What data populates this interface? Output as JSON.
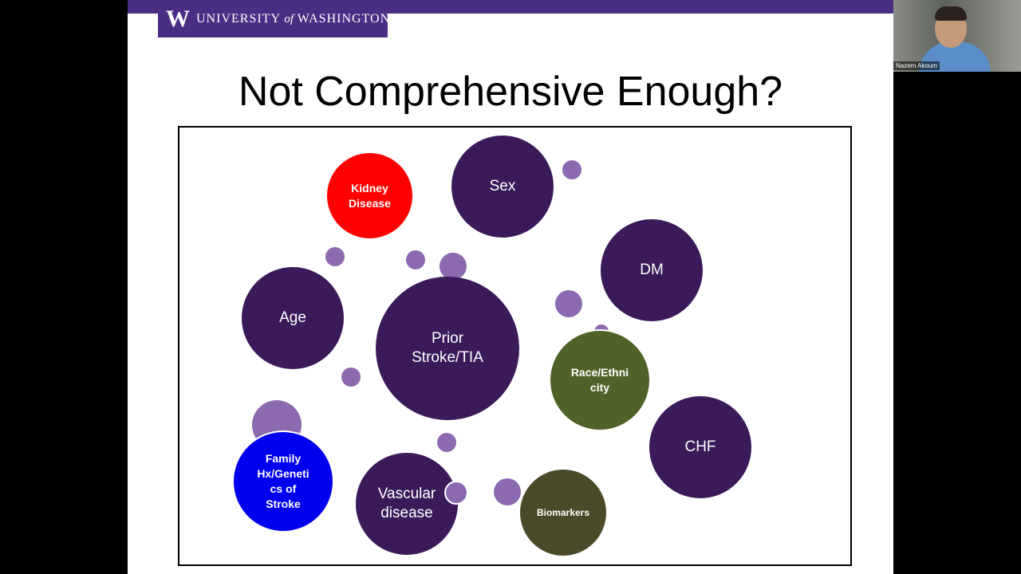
{
  "logo": {
    "w": "W",
    "text_before": "UNIVERSITY ",
    "text_of": "of",
    "text_after": " WASHINGTON"
  },
  "slide_title": "Not Comprehensive Enough?",
  "bubbles": {
    "sex": "Sex",
    "kidney_line1": "Kidney",
    "kidney_line2": "Disease",
    "dm": "DM",
    "age": "Age",
    "prior_line1": "Prior",
    "prior_line2": "Stroke/TIA",
    "race_line1": "Race/Ethni",
    "race_line2": "city",
    "chf": "CHF",
    "family_line1": "Family",
    "family_line2": "Hx/Geneti",
    "family_line3": "cs of",
    "family_line4": "Stroke",
    "vascular_line1": "Vascular",
    "vascular_line2": "disease",
    "biomarkers": "Biomarkers"
  },
  "colors": {
    "uw_purple": "#4b2e83",
    "dark_bubble": "#3b1a5a",
    "small_dot": "#8c6ab0",
    "kidney_red": "#ff0000",
    "family_blue": "#0000ee",
    "race_green": "#4f6228",
    "biomarkers_olive": "#4a4a2a"
  },
  "video": {
    "participant_name": "Nazem Akoum"
  }
}
